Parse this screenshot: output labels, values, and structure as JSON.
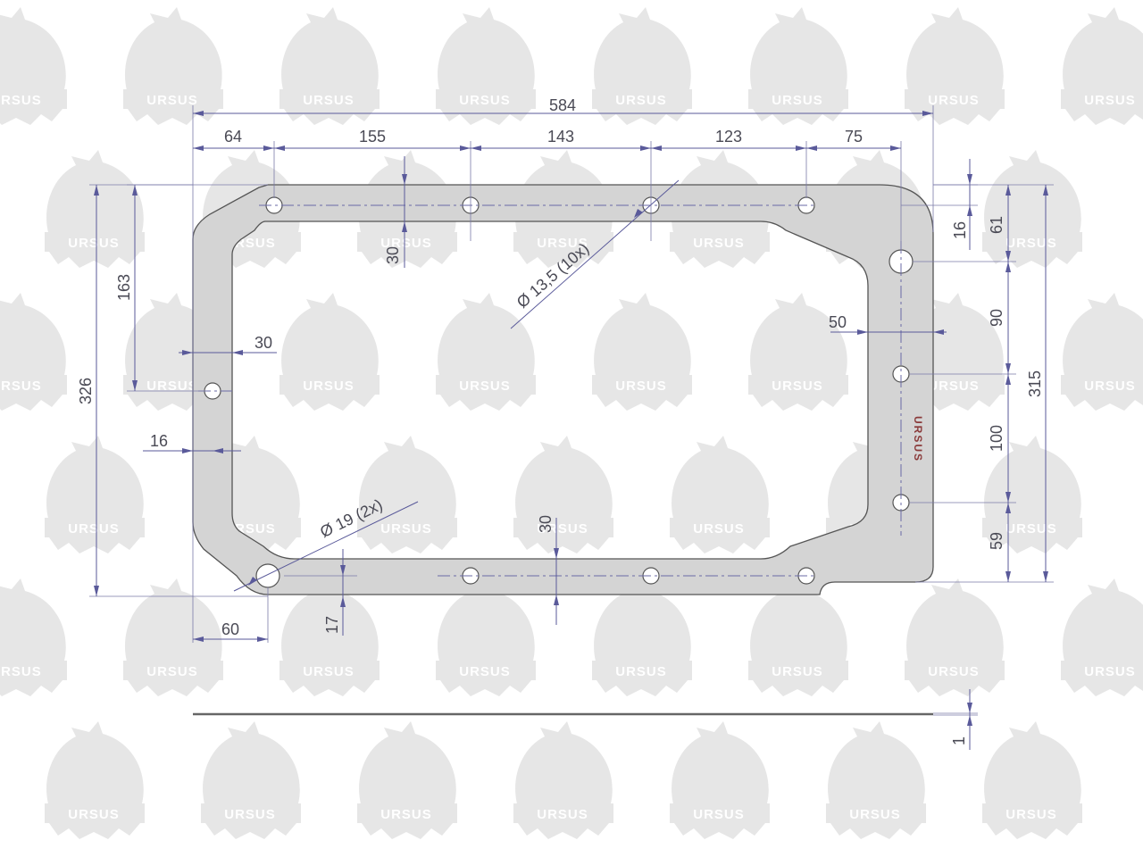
{
  "watermark": {
    "text": "URSUS",
    "color": "#e6e6e6"
  },
  "part": {
    "fill": "#d4d4d4",
    "outline": "#555555",
    "holes_small_label": "Ø 13,5  (10x)",
    "holes_large_label": "Ø 19  (2x)",
    "side_marking": "URSUS"
  },
  "dimensions": {
    "overall_width": "584",
    "seg_1": "64",
    "seg_2": "155",
    "seg_3": "143",
    "seg_4": "123",
    "seg_5": "75",
    "top_flange_30": "30",
    "bottom_flange_30": "30",
    "left_flange_30": "30",
    "left_hole_163": "163",
    "left_edge_16": "16",
    "total_height_326": "326",
    "bottom_left_60": "60",
    "bottom_offset_17": "17",
    "right_16": "16",
    "right_61": "61",
    "right_90": "90",
    "right_100": "100",
    "right_59": "59",
    "right_315": "315",
    "right_flange_50": "50",
    "thickness": "1"
  }
}
